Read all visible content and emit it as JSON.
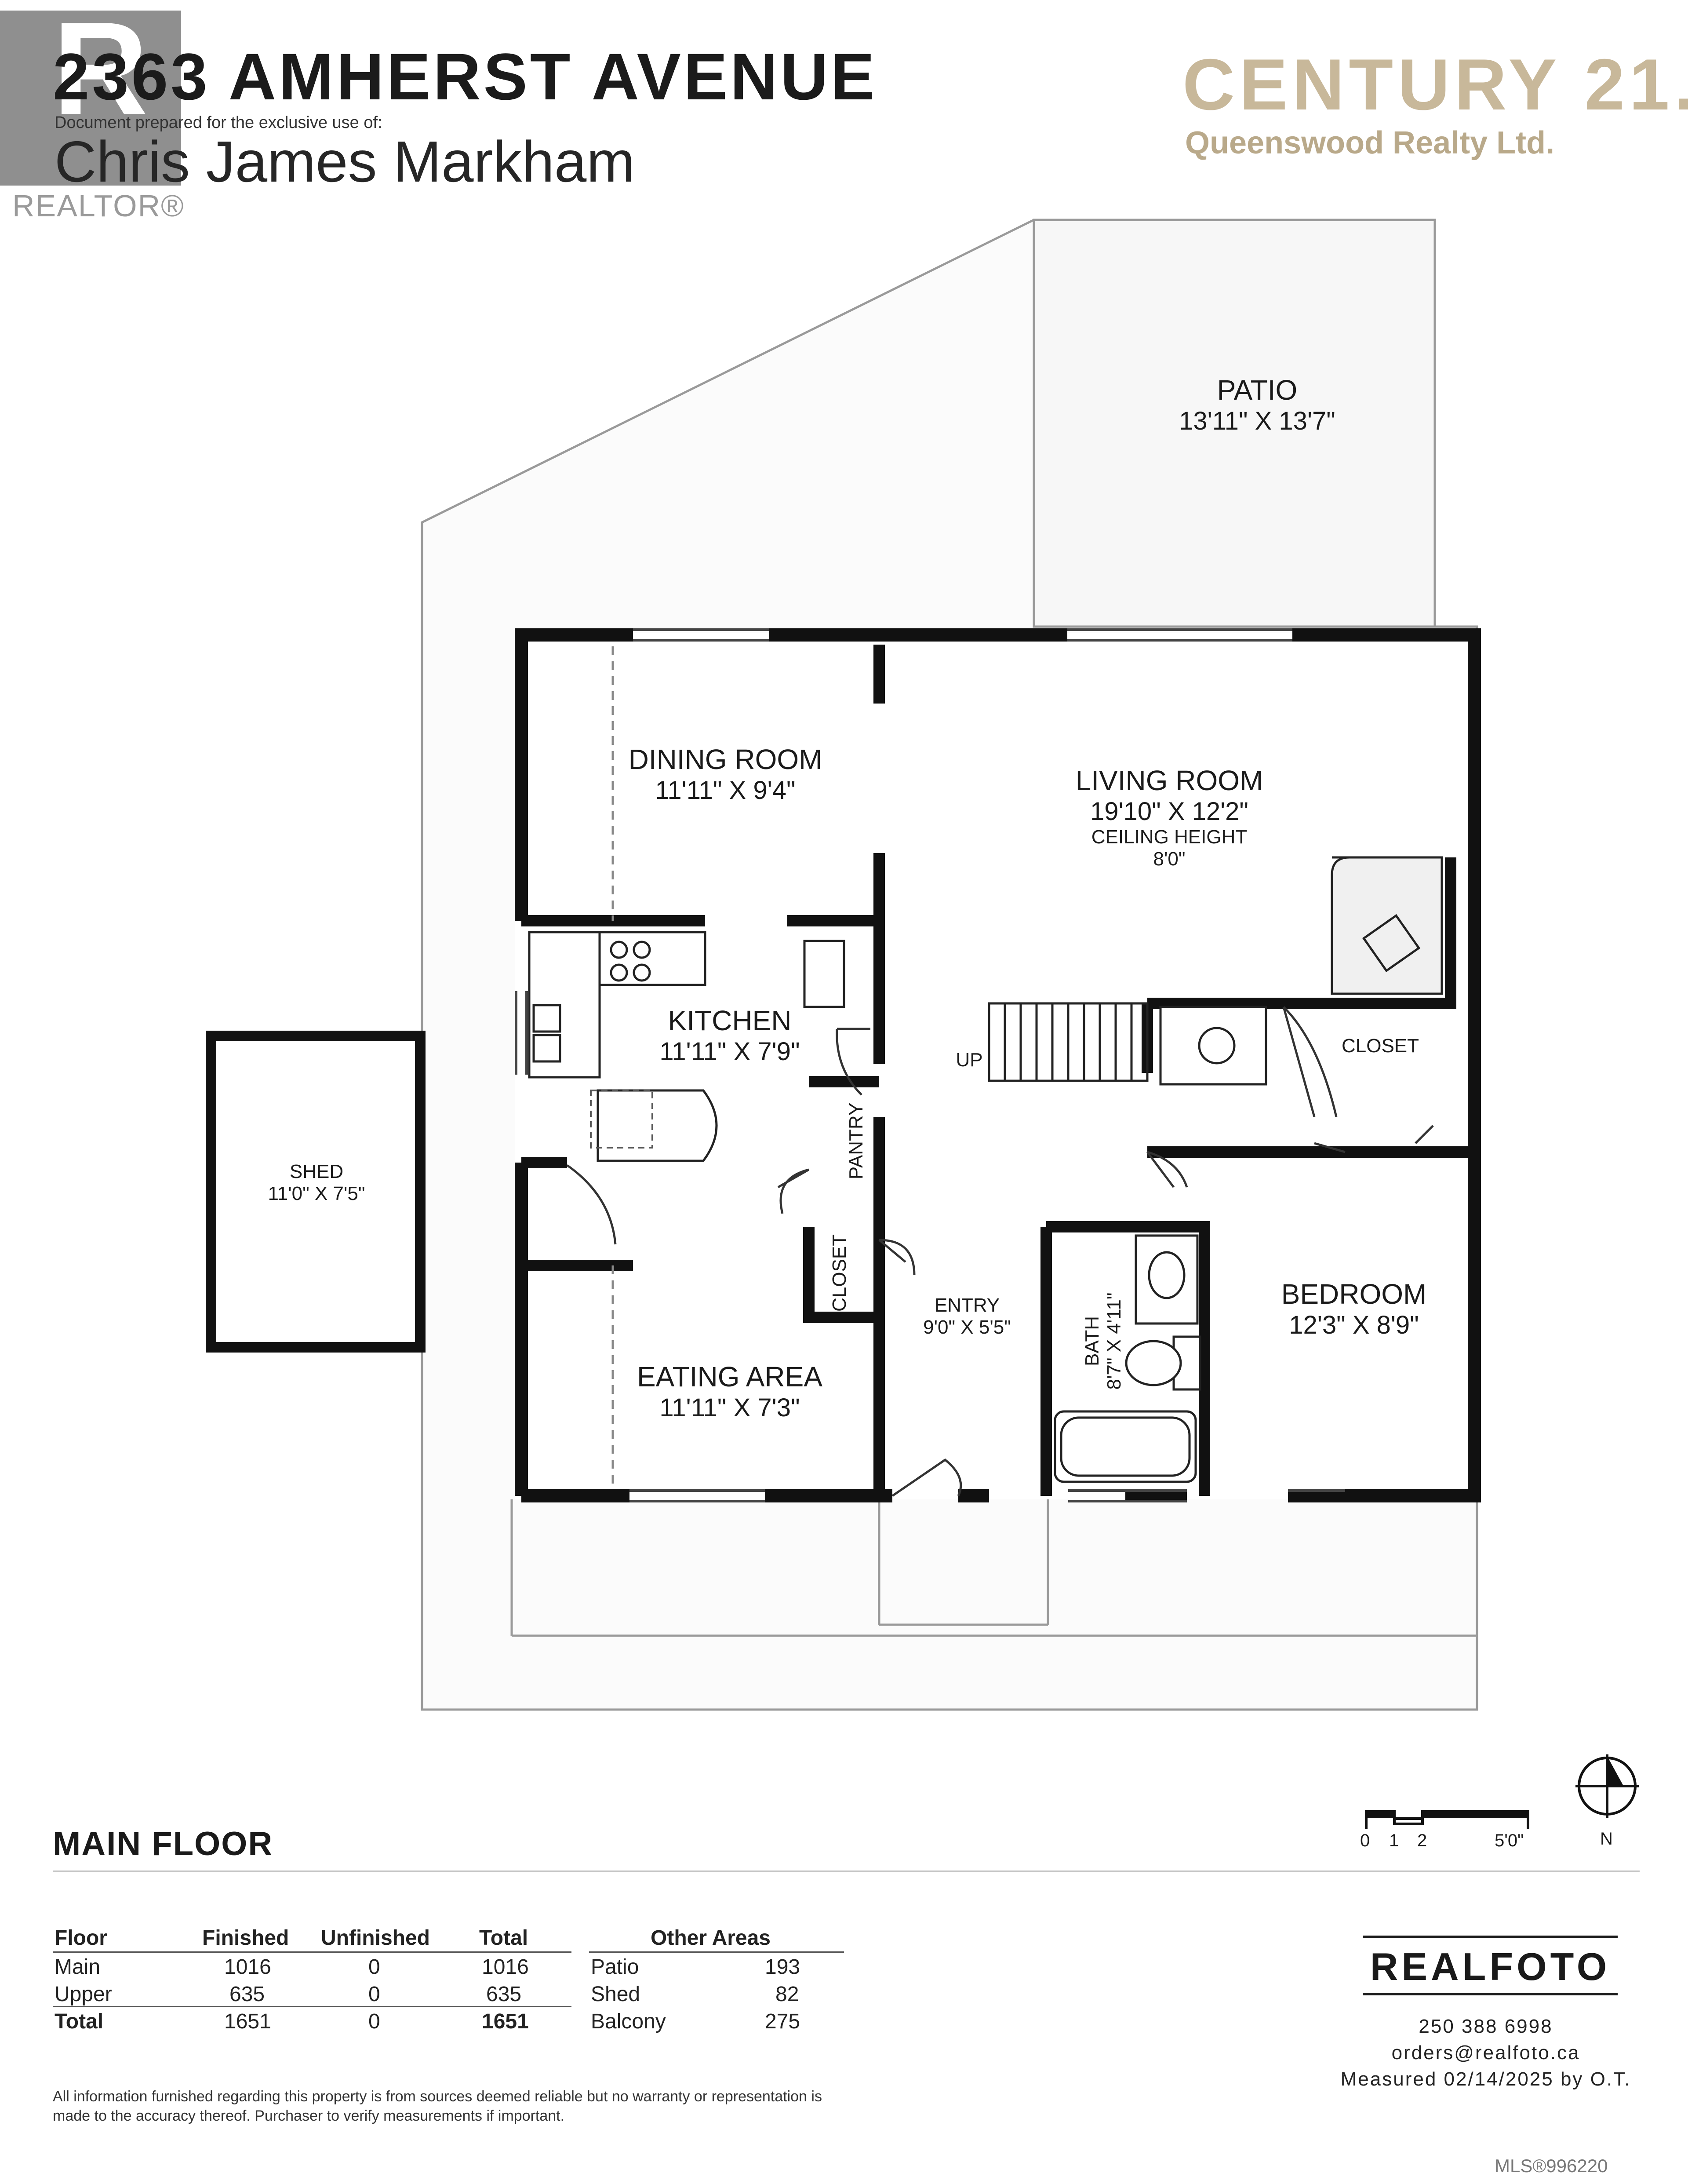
{
  "header": {
    "address": "2363 AMHERST AVENUE",
    "prepared_for": "Document prepared for the exclusive use of:",
    "client_name": "Chris James Markham",
    "brand": "CENTURY 21.",
    "brokerage": "Queenswood Realty Ltd.",
    "realtor_logo_text": "REALTOR®",
    "realtor_logo_letter": "R"
  },
  "rooms": {
    "patio": {
      "name": "PATIO",
      "dims": "13'11\" X 13'7\""
    },
    "dining": {
      "name": "DINING ROOM",
      "dims": "11'11\" X 9'4\""
    },
    "living": {
      "name": "LIVING ROOM",
      "dims": "19'10\" X 12'2\"",
      "note1": "CEILING HEIGHT",
      "note2": "8'0\""
    },
    "kitchen": {
      "name": "KITCHEN",
      "dims": "11'11\" X 7'9\""
    },
    "shed": {
      "name": "SHED",
      "dims": "11'0\" X 7'5\""
    },
    "closet_top": {
      "name": "CLOSET"
    },
    "up": {
      "name": "UP"
    },
    "pantry": {
      "name": "PANTRY"
    },
    "closet_left": {
      "name": "CLOSET"
    },
    "entry": {
      "name": "ENTRY",
      "dims": "9'0\" X 5'5\""
    },
    "bath": {
      "name": "BATH",
      "dims": "8'7\" X 4'11\""
    },
    "bedroom": {
      "name": "BEDROOM",
      "dims": "12'3\" X 8'9\""
    },
    "eating": {
      "name": "EATING AREA",
      "dims": "11'11\" X 7'3\""
    }
  },
  "scale": {
    "ticks": [
      "0",
      "1",
      "2",
      "5'0\""
    ],
    "north": "N"
  },
  "floor_title": "MAIN FLOOR",
  "area_table": {
    "headers": [
      "Floor",
      "Finished",
      "Unfinished",
      "Total"
    ],
    "rows": [
      [
        "Main",
        "1016",
        "0",
        "1016"
      ],
      [
        "Upper",
        "635",
        "0",
        "635"
      ],
      [
        "Total",
        "1651",
        "0",
        "1651"
      ]
    ],
    "other_header": "Other Areas",
    "other_rows": [
      [
        "Patio",
        "193"
      ],
      [
        "Shed",
        "82"
      ],
      [
        "Balcony",
        "275"
      ]
    ]
  },
  "realfoto": {
    "name": "REALFOTO",
    "phone": "250 388 6998",
    "email": "orders@realfoto.ca",
    "measured": "Measured 02/14/2025 by O.T."
  },
  "disclaimer": "All information furnished regarding this property is from sources deemed reliable but no warranty or representation is made to the accuracy thereof. Purchaser to verify measurements if important.",
  "mls": "MLS®996220"
}
